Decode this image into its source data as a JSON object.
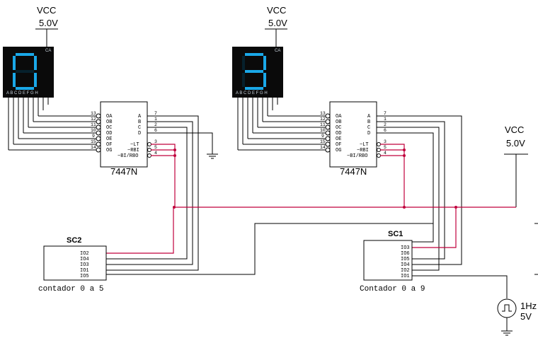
{
  "vcc": [
    {
      "label": "VCC",
      "value": "5.0V"
    },
    {
      "label": "VCC",
      "value": "5.0V"
    },
    {
      "label": "VCC",
      "value": "5.0V"
    }
  ],
  "displays": [
    {
      "digit": "0",
      "ca_label": "CA",
      "segment_labels": "A B C D E F G H"
    },
    {
      "digit": "3",
      "ca_label": "CA",
      "segment_labels": "A B C D E F G H"
    }
  ],
  "decoders": [
    {
      "name": "7447N",
      "left_pins": [
        "OA",
        "OB",
        "OC",
        "OD",
        "OE",
        "OF",
        "OG"
      ],
      "left_nums": [
        "13",
        "12",
        "11",
        "10",
        "9",
        "15",
        "14"
      ],
      "right_pins": [
        "A",
        "B",
        "C",
        "D",
        "~LT",
        "~RBI",
        "~BI/RBO"
      ],
      "right_nums": [
        "7",
        "1",
        "2",
        "6",
        "3",
        "5",
        "4"
      ]
    },
    {
      "name": "7447N",
      "left_pins": [
        "OA",
        "OB",
        "OC",
        "OD",
        "OE",
        "OF",
        "OG"
      ],
      "left_nums": [
        "13",
        "12",
        "11",
        "10",
        "9",
        "15",
        "14"
      ],
      "right_pins": [
        "A",
        "B",
        "C",
        "D",
        "~LT",
        "~RBI",
        "~BI/RBO"
      ],
      "right_nums": [
        "7",
        "1",
        "2",
        "6",
        "3",
        "5",
        "4"
      ]
    }
  ],
  "subcircuits": [
    {
      "ref": "SC2",
      "caption": "contador 0 a 5",
      "pins": [
        "IO2",
        "IO4",
        "IO3",
        "IO1",
        "IO5"
      ]
    },
    {
      "ref": "SC1",
      "caption": "Contador 0 a 9",
      "pins": [
        "IO3",
        "IO6",
        "IO5",
        "IO4",
        "IO2",
        "IO1"
      ]
    }
  ],
  "source": {
    "frequency": "1Hz",
    "amplitude": "5V"
  },
  "colors": {
    "display_bg": "#0a0a0a",
    "segment_on": "#1aa8e8",
    "segment_off": "#06202c",
    "net_red": "#c0003c",
    "wire": "#000000"
  }
}
